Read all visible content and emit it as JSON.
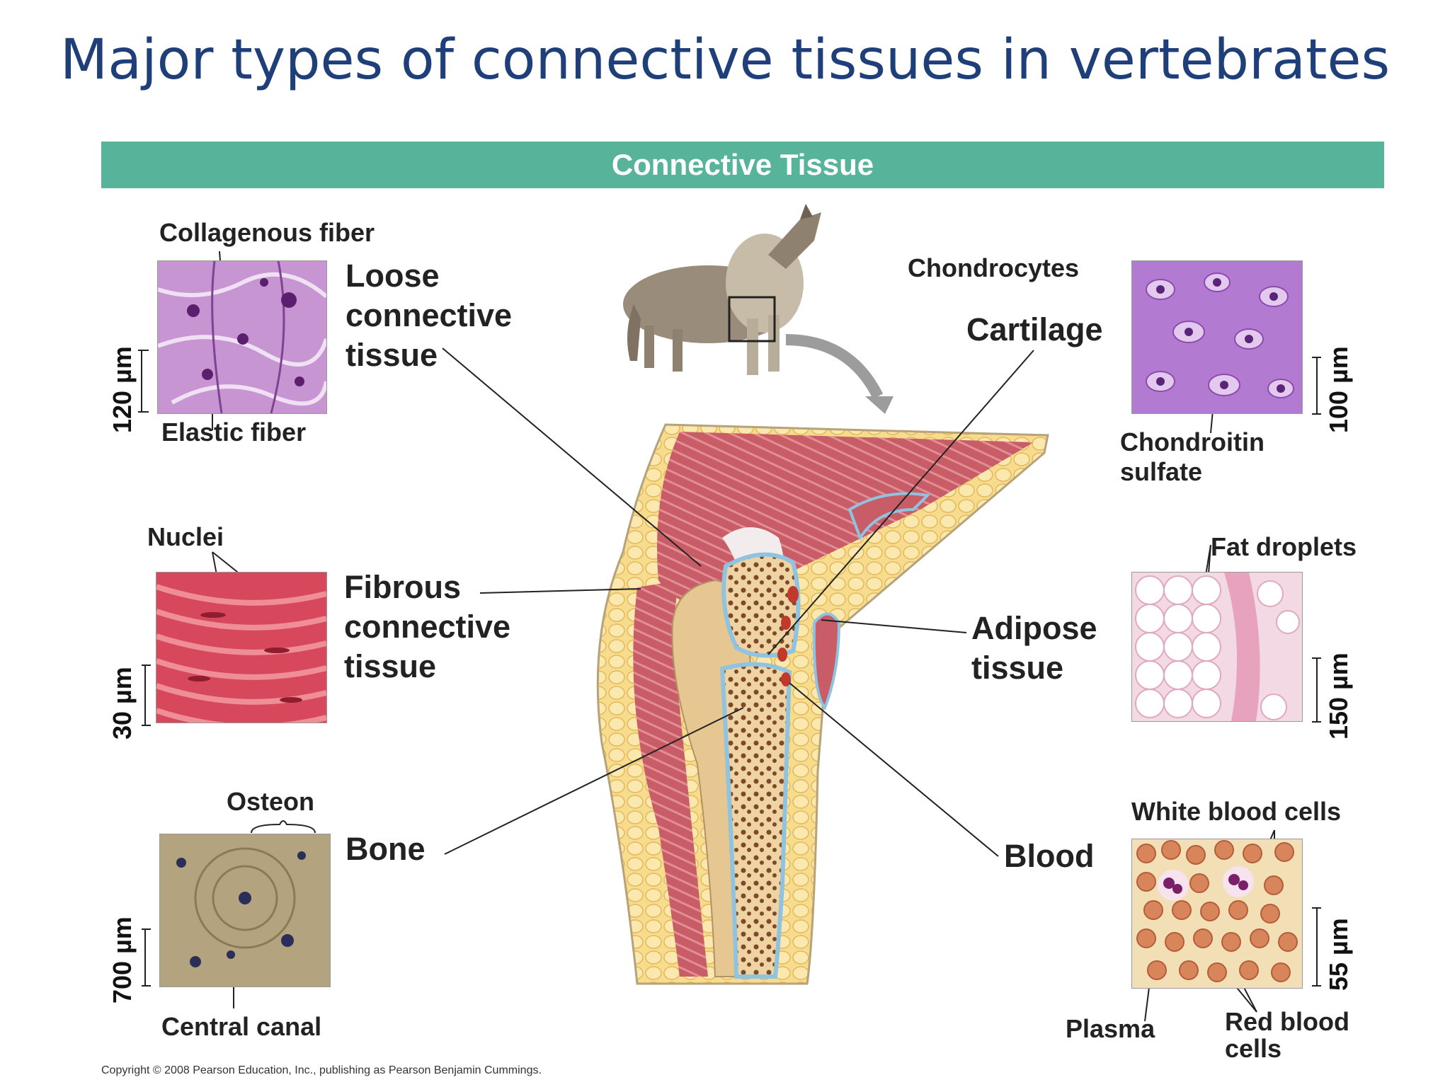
{
  "title": "Major types of connective tissues in vertebrates",
  "banner": "Connective Tissue",
  "tissues": {
    "loose": [
      "Loose",
      "connective",
      "tissue"
    ],
    "fibrous": [
      "Fibrous",
      "connective",
      "tissue"
    ],
    "bone": "Bone",
    "cartilage": "Cartilage",
    "adipose": [
      "Adipose",
      "tissue"
    ],
    "blood": "Blood"
  },
  "labels": {
    "collagenous_fiber": "Collagenous fiber",
    "elastic_fiber": "Elastic fiber",
    "nuclei": "Nuclei",
    "osteon": "Osteon",
    "central_canal": "Central canal",
    "chondrocytes": "Chondrocytes",
    "chondroitin": [
      "Chondroitin",
      "sulfate"
    ],
    "fat_droplets": "Fat droplets",
    "white_blood_cells": "White blood cells",
    "plasma": "Plasma",
    "red_blood_cells": [
      "Red blood",
      "cells"
    ]
  },
  "scales": {
    "loose": "120 µm",
    "fibrous": "30 µm",
    "bone": "700 µm",
    "cartilage": "100 µm",
    "adipose": "150 µm",
    "blood": "55 µm"
  },
  "colors": {
    "title": "#1f3f7a",
    "banner": "#57b39a",
    "loose_stain": "#b57bc4",
    "fibrous_stain": "#d8485c",
    "bone_stain": "#b4a37f",
    "cartilage_stain": "#b27ad1",
    "adipose_stain": "#f3d9e4",
    "blood_stain": "#d9855b"
  },
  "copyright": "Copyright © 2008 Pearson Education, Inc., publishing as Pearson Benjamin Cummings."
}
